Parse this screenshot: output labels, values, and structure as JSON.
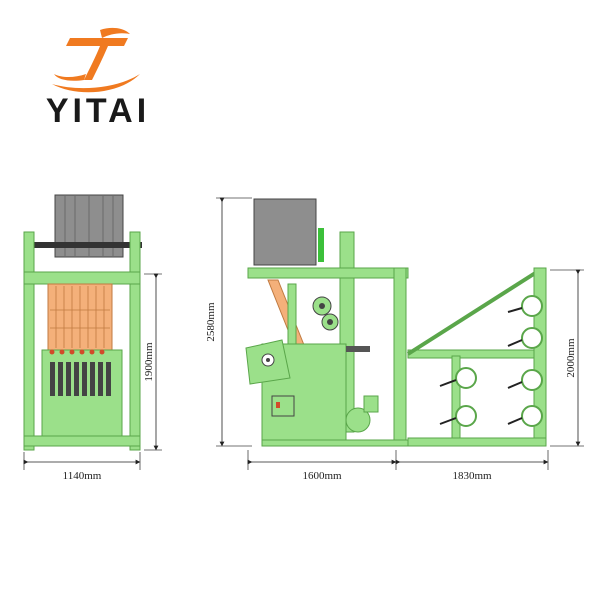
{
  "brand": {
    "name": "YITAI",
    "colors": {
      "orange": "#f07a20",
      "text": "#1a1a1a"
    }
  },
  "dimensions": {
    "front_width": "1140mm",
    "front_height": "1900mm",
    "side_total_height": "2580mm",
    "side_loom_length": "1600mm",
    "creel_length": "1830mm",
    "creel_height": "2000mm"
  },
  "colors": {
    "frame": "#9be08a",
    "frame_dark": "#5aa64a",
    "jacquard_head": "#8e8e8e",
    "harness": "#f4b07a",
    "outline": "#3a3a3a"
  }
}
